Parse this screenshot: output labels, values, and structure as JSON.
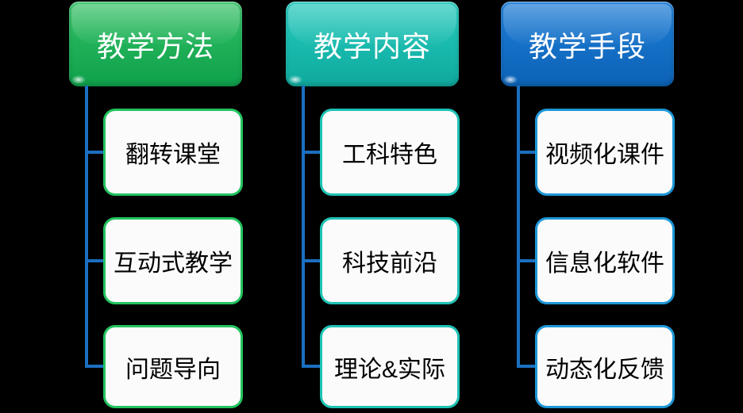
{
  "background_color": "#000000",
  "connector_color": "#1b6fc0",
  "node_fill_color": "#fbfbfb",
  "columns": [
    {
      "id": "teaching-methods",
      "header": "教学方法",
      "header_color_top": "#45c572",
      "header_color_bottom": "#0fa04b",
      "item_border_color": "#22c35e",
      "items": [
        "翻转课堂",
        "互动式教学",
        "问题导向"
      ]
    },
    {
      "id": "teaching-content",
      "header": "教学内容",
      "header_color_top": "#33ccc0",
      "header_color_bottom": "#0fa99d",
      "item_border_color": "#1ec2b4",
      "items": [
        "工科特色",
        "科技前沿",
        "理论&实际"
      ]
    },
    {
      "id": "teaching-tools",
      "header": "教学手段",
      "header_color_top": "#2b84d8",
      "header_color_bottom": "#0c62b5",
      "item_border_color": "#1e97d8",
      "items": [
        "视频化课件",
        "信息化软件",
        "动态化反馈"
      ]
    }
  ]
}
